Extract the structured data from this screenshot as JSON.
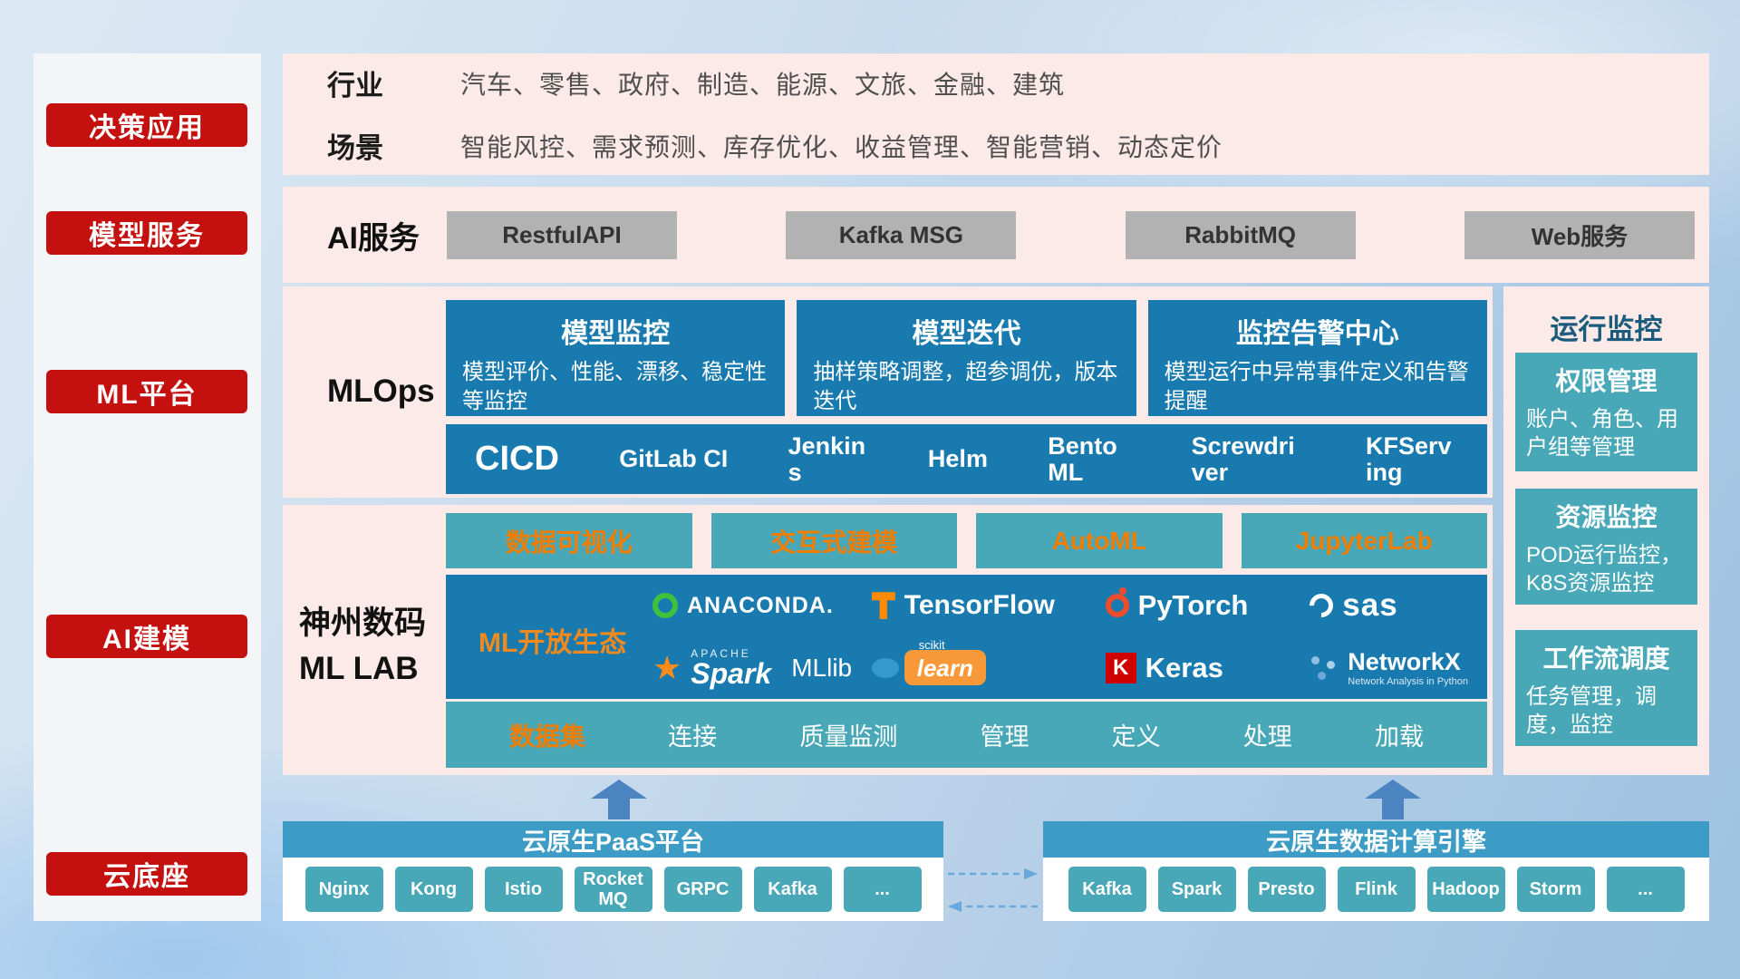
{
  "colors": {
    "accent_red": "#c4100e",
    "deep_blue": "#187aae",
    "teal": "#49a8b8",
    "orange": "#ef7d00",
    "band_pink": "#fbeae7",
    "bar_blue": "#3d9cc6",
    "gray_button": "#b2b2b2"
  },
  "sidebar": {
    "items": [
      "决策应用",
      "模型服务",
      "ML平台",
      "AI建模",
      "云底座"
    ]
  },
  "industry_band": {
    "row1_label": "行业",
    "row1_text": "汽车、零售、政府、制造、能源、文旅、金融、建筑",
    "row2_label": "场景",
    "row2_text": "智能风控、需求预测、库存优化、收益管理、智能营销、动态定价"
  },
  "ai_service_band": {
    "label": "AI服务",
    "services": [
      "RestfulAPI",
      "Kafka MSG",
      "RabbitMQ",
      "Web服务"
    ]
  },
  "mlops_band": {
    "label": "MLOps",
    "cards": [
      {
        "title": "模型监控",
        "desc": "模型评价、性能、漂移、稳定性等监控"
      },
      {
        "title": "模型迭代",
        "desc": "抽样策略调整，超参调优，版本迭代"
      },
      {
        "title": "监控告警中心",
        "desc": "模型运行中异常事件定义和告警提醒"
      }
    ],
    "cicd_label": "CICD",
    "cicd_tools": [
      "GitLab CI",
      "Jenkins",
      "Helm",
      "BentoML",
      "Screwdriver",
      "KFServing"
    ]
  },
  "mllab_band": {
    "label_line1": "神州数码",
    "label_line2": "ML LAB",
    "top_tools": [
      "数据可视化",
      "交互式建模",
      "AutoML",
      "JupyterLab"
    ],
    "ecosystem_label": "ML开放生态",
    "logos": {
      "anaconda": "ANACONDA.",
      "tensorflow": "TensorFlow",
      "pytorch": "PyTorch",
      "sas": "sas",
      "spark_star": "★",
      "spark_apache": "APACHE",
      "spark": "Spark",
      "mllib": "MLlib",
      "sklearn_top": "scikit",
      "sklearn": "learn",
      "keras_icon": "K",
      "keras": "Keras",
      "networkx": "NetworkX",
      "networkx_sub": "Network Analysis in Python"
    },
    "dataset_label": "数据集",
    "dataset_items": [
      "连接",
      "质量监测",
      "管理",
      "定义",
      "处理",
      "加载"
    ]
  },
  "monitor_panel": {
    "title": "运行监控",
    "cards": [
      {
        "title": "权限管理",
        "desc": "账户、角色、用户组等管理"
      },
      {
        "title": "资源监控",
        "desc": "POD运行监控，K8S资源监控"
      },
      {
        "title": "工作流调度",
        "desc": "任务管理，调度，监控"
      }
    ]
  },
  "foundation": {
    "paas_title": "云原生PaaS平台",
    "paas_items": [
      "Nginx",
      "Kong",
      "Istio",
      "RocketMQ",
      "GRPC",
      "Kafka",
      "..."
    ],
    "engine_title": "云原生数据计算引擎",
    "engine_items": [
      "Kafka",
      "Spark",
      "Presto",
      "Flink",
      "Hadoop",
      "Storm",
      "..."
    ]
  }
}
